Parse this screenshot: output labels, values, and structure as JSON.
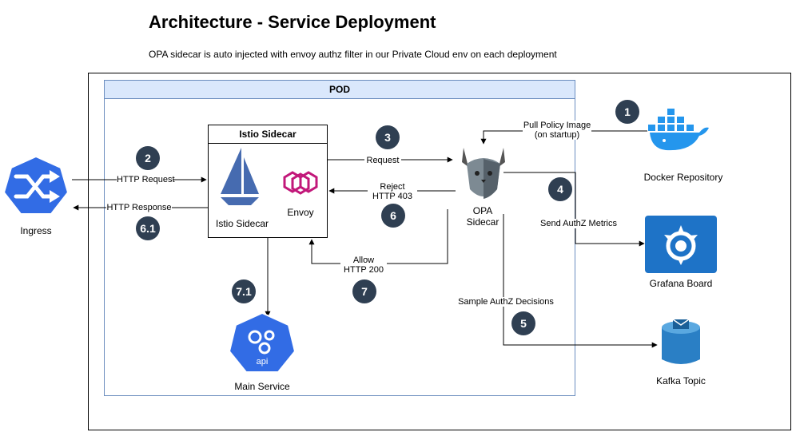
{
  "title": "Architecture - Service Deployment",
  "subtitle": "OPA sidecar is auto injected with envoy authz filter in our Private Cloud env on each deployment",
  "pod": {
    "label": "POD"
  },
  "istio_box": {
    "header": "Istio Sidecar",
    "istio_label": "Istio Sidecar",
    "envoy_label": "Envoy"
  },
  "nodes": {
    "ingress": "Ingress",
    "opa": [
      "OPA",
      "Sidecar"
    ],
    "docker": "Docker Repository",
    "grafana": "Grafana Board",
    "kafka": "Kafka Topic",
    "main_service": "Main Service",
    "api_text": "api"
  },
  "edges": {
    "http_request": "HTTP Request",
    "http_response": "HTTP Response",
    "request": "Request",
    "reject": [
      "Reject",
      "HTTP 403"
    ],
    "allow": [
      "Allow",
      "HTTP 200"
    ],
    "pull_policy": [
      "Pull Policy Image",
      "(on startup)"
    ],
    "send_metrics": "Send AuthZ Metrics",
    "sample_decisions": "Sample AuthZ Decisions"
  },
  "steps": {
    "s1": "1",
    "s2": "2",
    "s3": "3",
    "s4": "4",
    "s5": "5",
    "s6": "6",
    "s61": "6.1",
    "s7": "7",
    "s71": "7.1"
  },
  "colors": {
    "badge": "#2f3f52",
    "pod_fill": "#dae8fc",
    "pod_stroke": "#6c8ebf",
    "k8s_blue": "#326ce5",
    "envoy_magenta": "#c2187a",
    "istio_blue": "#466bb0",
    "docker_blue": "#2496ed",
    "kafka_blue": "#2a7fc5"
  }
}
